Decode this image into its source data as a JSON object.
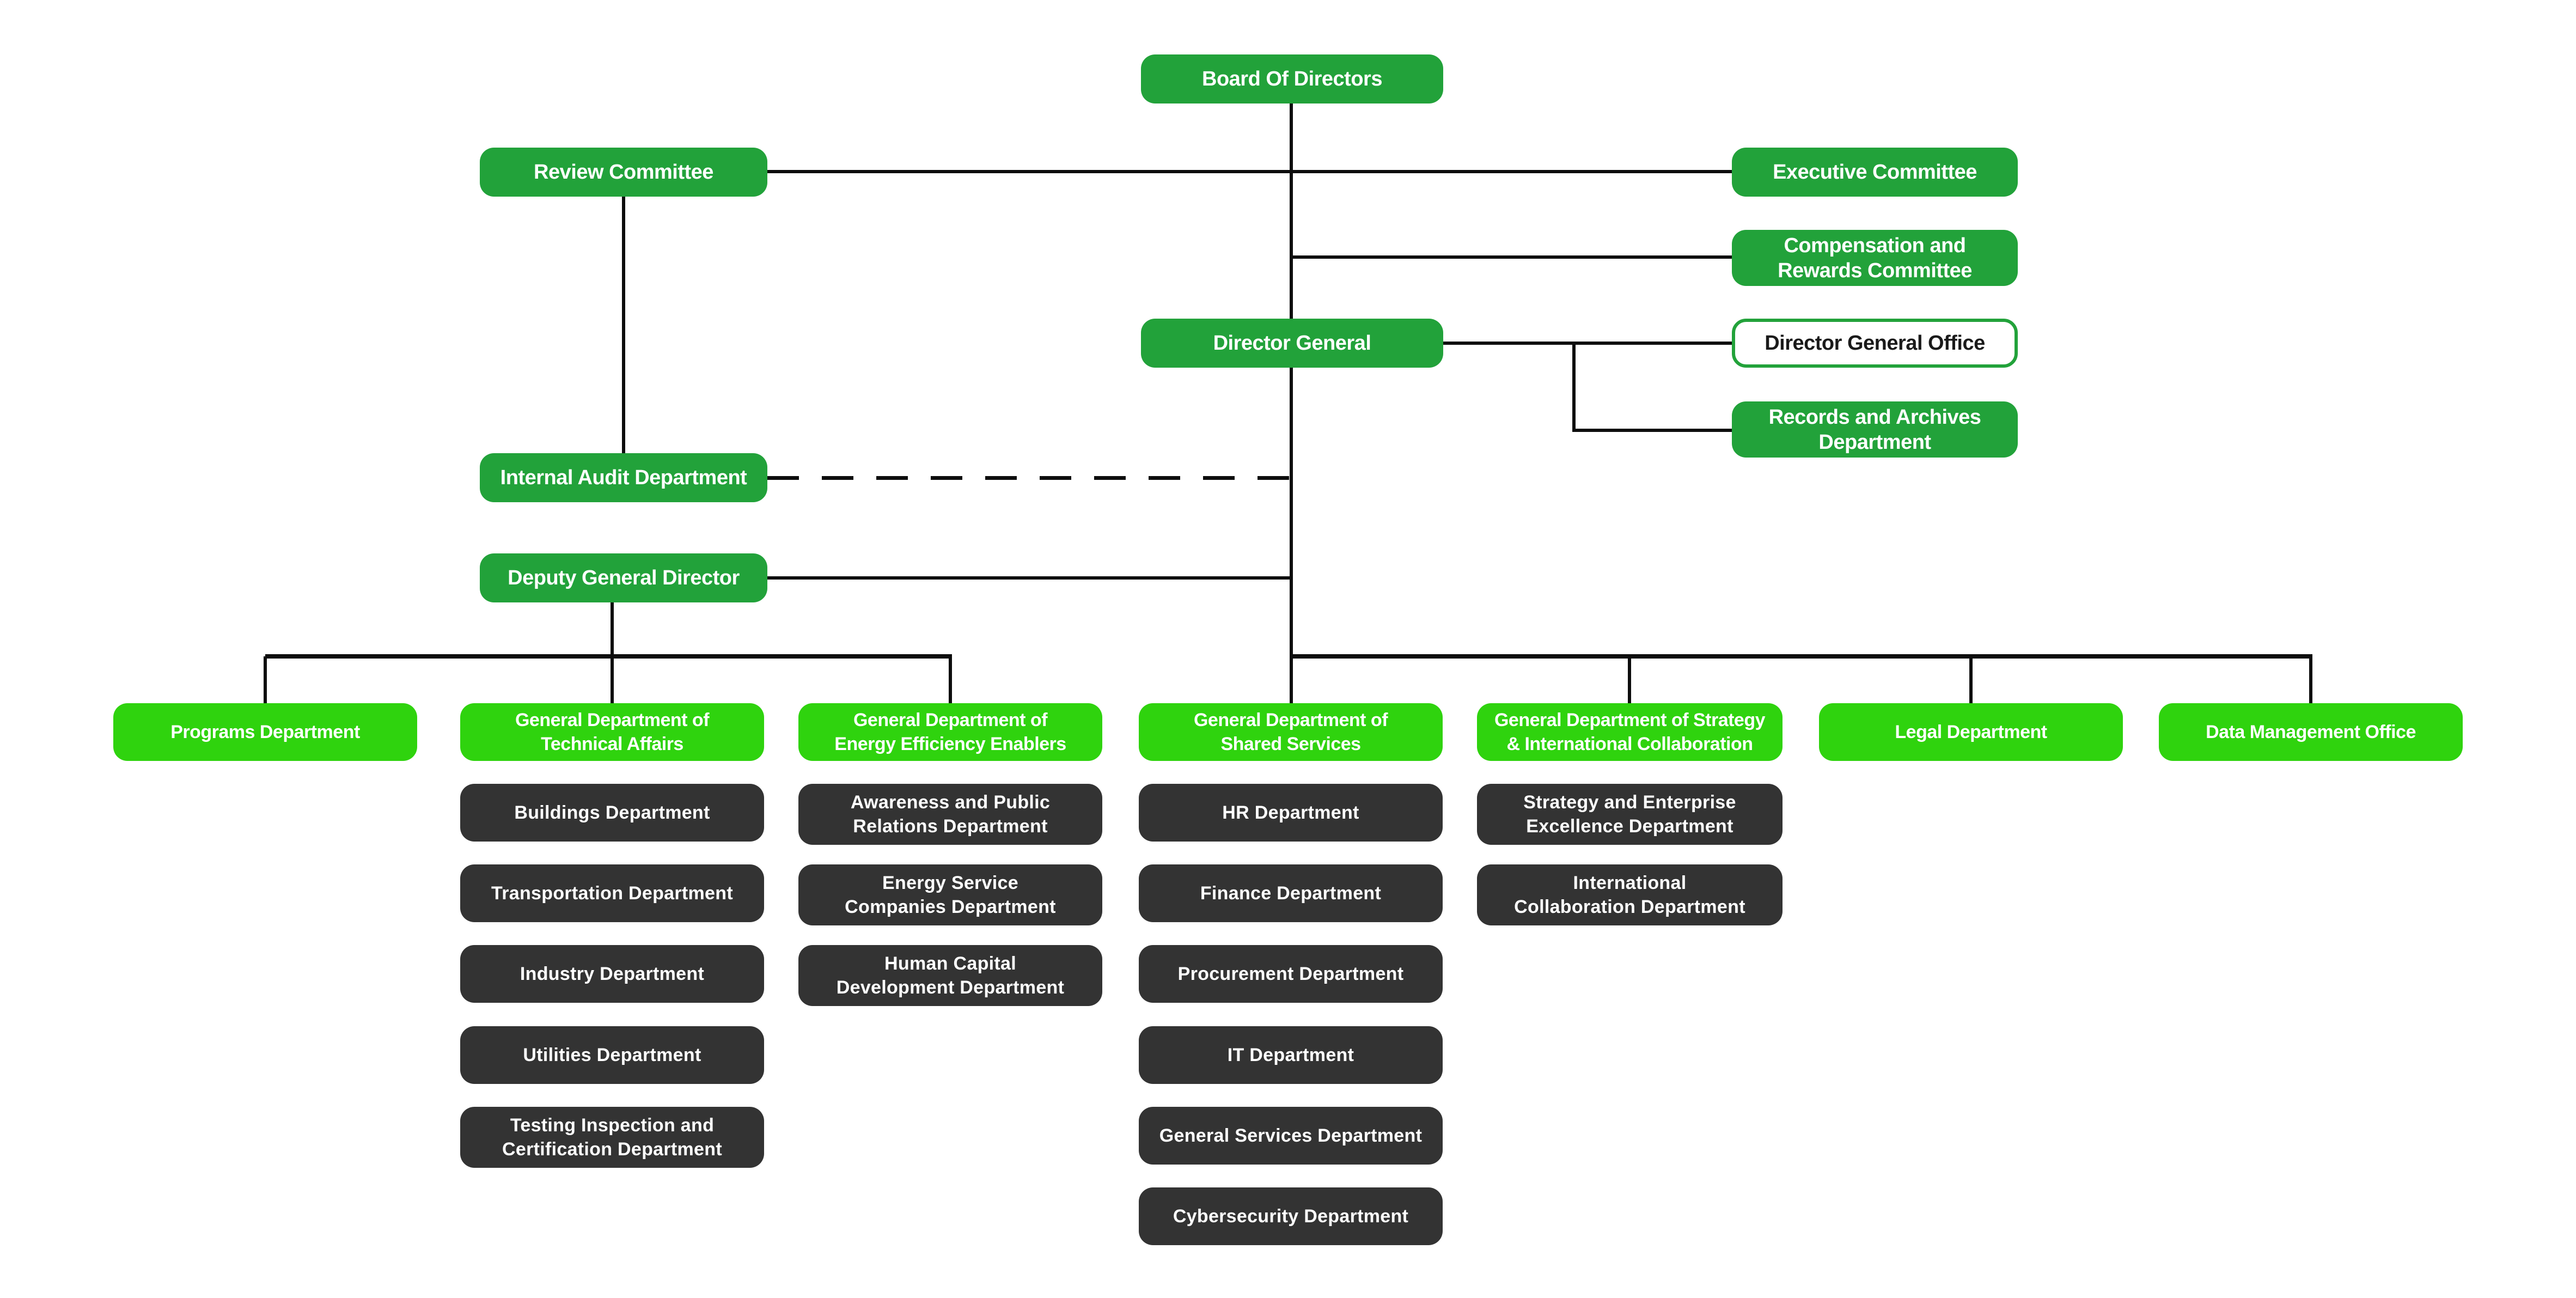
{
  "org": {
    "board_of_directors": "Board Of Directors",
    "committees": {
      "review": "Review Committee",
      "executive": "Executive Committee",
      "compensation": "Compensation and\nRewards Committee"
    },
    "director_general": "Director General",
    "director_general_office": "Director General Office",
    "records_archives": "Records and Archives\nDepartment",
    "internal_audit": "Internal Audit Department",
    "deputy_general_director": "Deputy General Director",
    "divisions": {
      "programs": {
        "label": "Programs Department"
      },
      "technical_affairs": {
        "label": "General Department of\nTechnical Affairs",
        "children": [
          "Buildings Department",
          "Transportation Department",
          "Industry Department",
          "Utilities Department",
          "Testing Inspection and\nCertification Department"
        ]
      },
      "energy_efficiency": {
        "label": "General Department of\nEnergy Efficiency Enablers",
        "children": [
          "Awareness and Public\nRelations Department",
          "Energy Service\nCompanies Department",
          "Human Capital\nDevelopment Department"
        ]
      },
      "shared_services": {
        "label": "General Department of\nShared Services",
        "children": [
          "HR Department",
          "Finance Department",
          "Procurement Department",
          "IT Department",
          "General Services Department",
          "Cybersecurity Department"
        ]
      },
      "strategy_international": {
        "label": "General Department of Strategy\n& International Collaboration",
        "children": [
          "Strategy and Enterprise\nExcellence  Department",
          "International\nCollaboration Department"
        ]
      },
      "legal": {
        "label": "Legal Department"
      },
      "data_management": {
        "label": "Data Management Office"
      }
    },
    "colors": {
      "green_dark": "#22A23A",
      "green_bright": "#2FD30E",
      "charcoal": "#333333",
      "line_black": "#0D0D0D",
      "text_white": "#FFFFFF"
    }
  }
}
